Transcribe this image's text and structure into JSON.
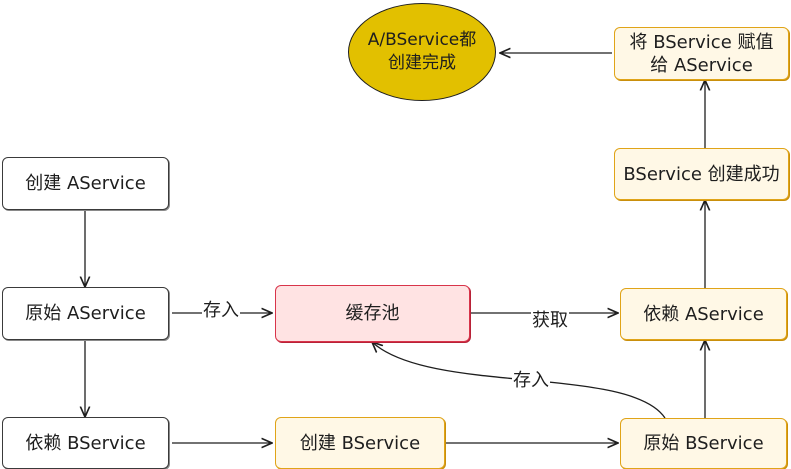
{
  "nodes": {
    "create_a": "创建 AService",
    "raw_a": "原始 AService",
    "depend_b": "依赖 BService",
    "cache_pool": "缓存池",
    "create_b": "创建 BService",
    "depend_a": "依赖 AService",
    "raw_b": "原始 BService",
    "b_created": "BService 创建成功",
    "assign_line1": "将 BService 赋值",
    "assign_line2": "给 AService",
    "done_line1": "A/BService都",
    "done_line2": "创建完成"
  },
  "edges": {
    "store_from_a": "存入",
    "fetch": "获取",
    "store_from_b": "存入"
  },
  "colors": {
    "neutral_border": "#3a3a3a",
    "orange_border": "#e0a418",
    "orange_fill": "#fff8e6",
    "red_border": "#d8344a",
    "red_fill": "#ffe3e3",
    "final_fill": "#e2c000"
  }
}
